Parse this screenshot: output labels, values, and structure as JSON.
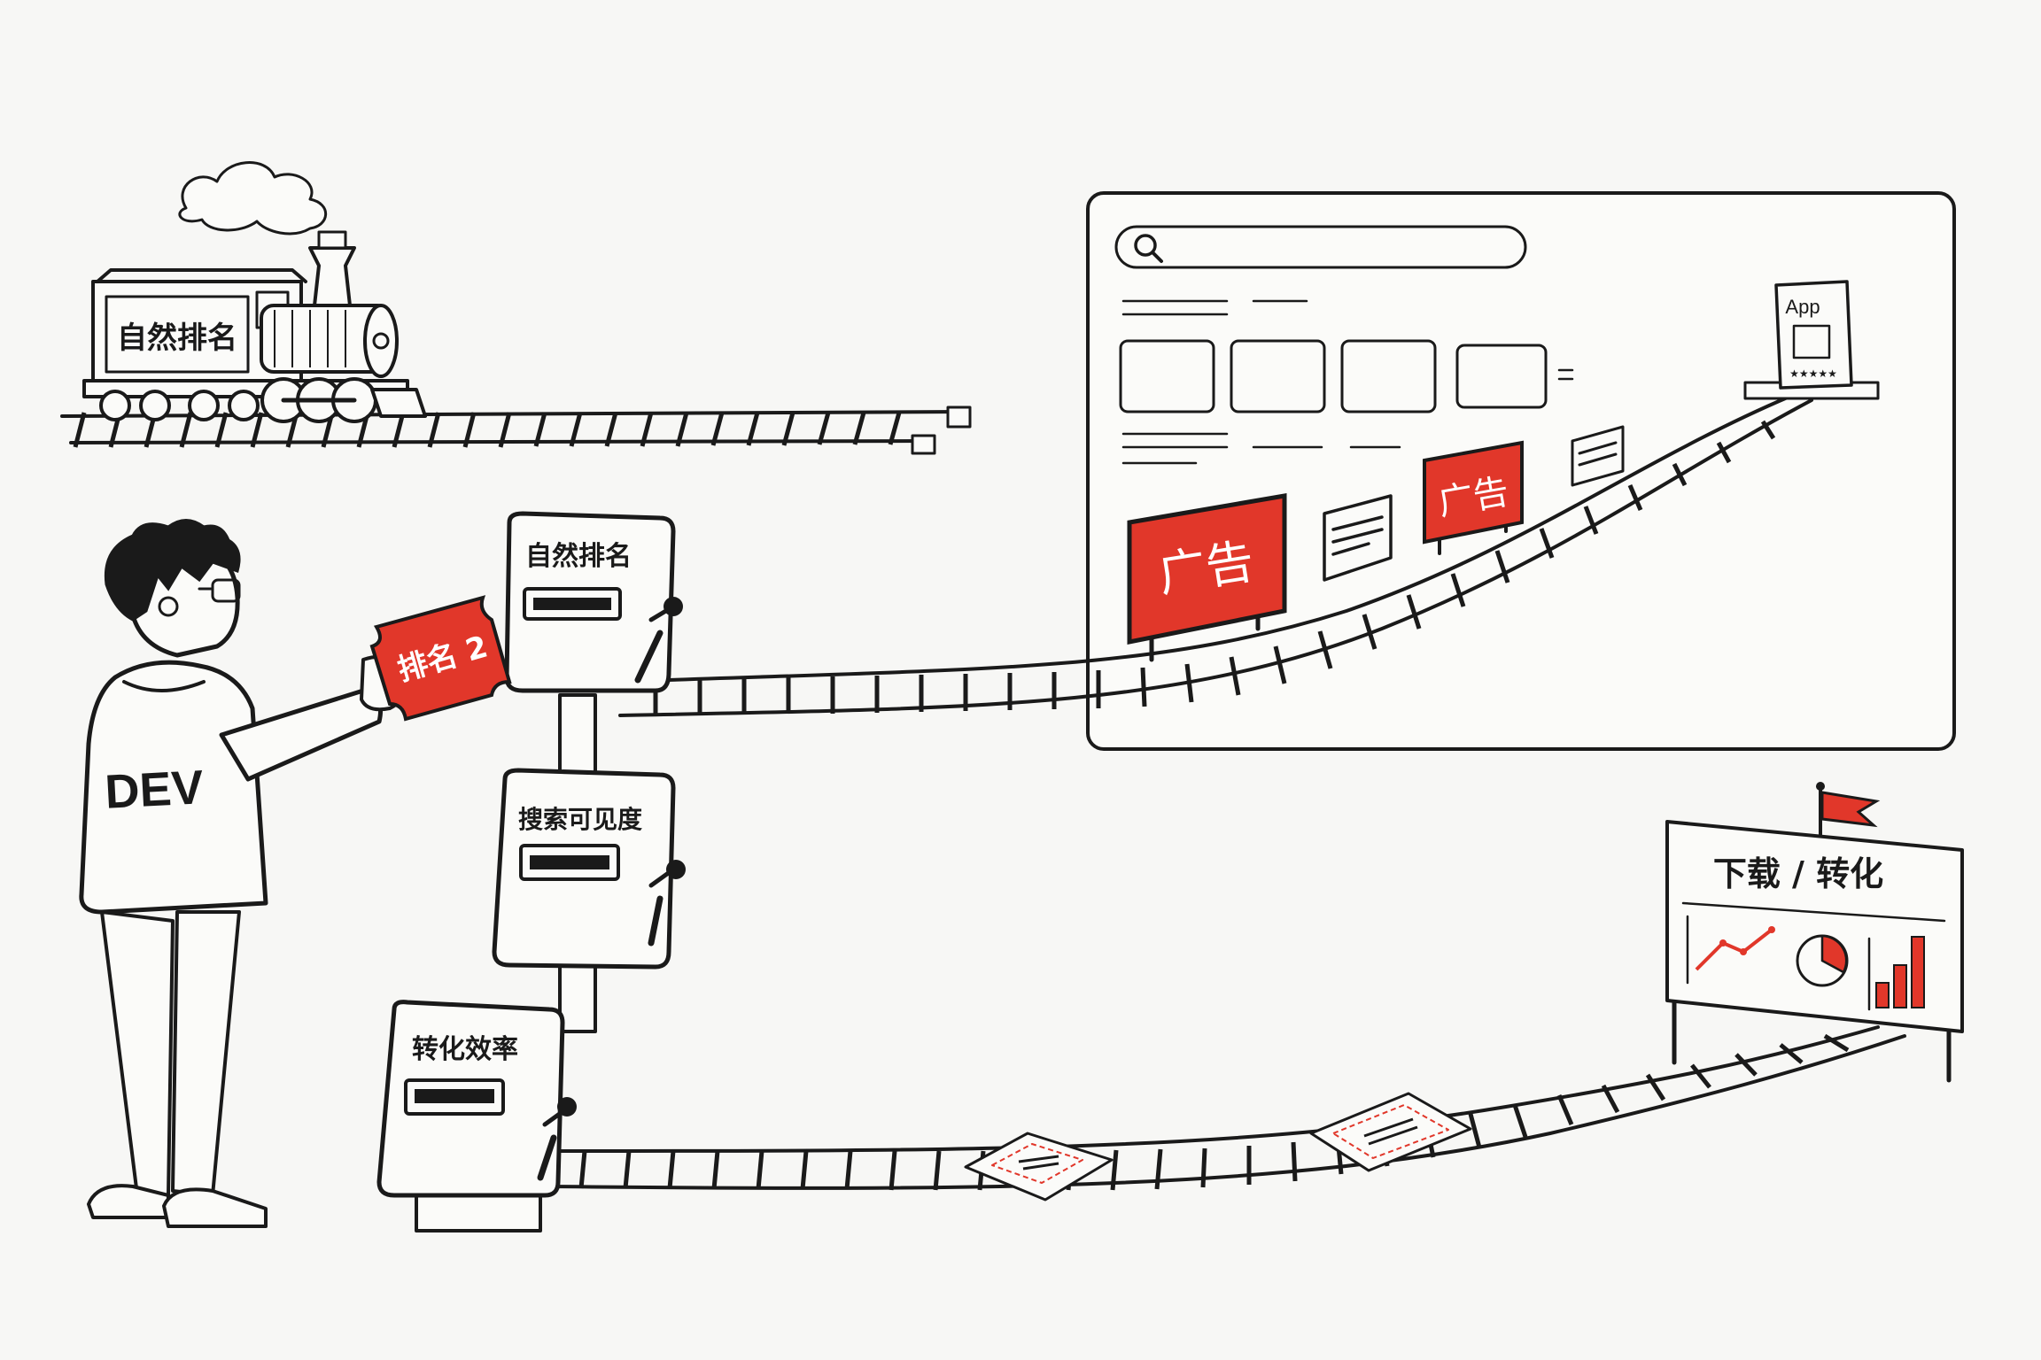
{
  "locomotive": {
    "label": "自然排名"
  },
  "developer": {
    "shirt_text": "DEV"
  },
  "ticket": {
    "label": "排名 2"
  },
  "switch_boxes": [
    {
      "label": "自然排名"
    },
    {
      "label": "搜索可见度"
    },
    {
      "label": "转化效率"
    }
  ],
  "search_panel": {
    "search_icon": "search-icon",
    "ad_signs": [
      {
        "label": "广告"
      },
      {
        "label": "广告"
      }
    ],
    "app_station": {
      "label": "App",
      "stars": "★★★★★"
    }
  },
  "destination_board": {
    "title": "下载 / 转化"
  },
  "colors": {
    "accent": "#e1372a",
    "ink": "#1a1a1a",
    "paper": "#f7f7f5"
  }
}
